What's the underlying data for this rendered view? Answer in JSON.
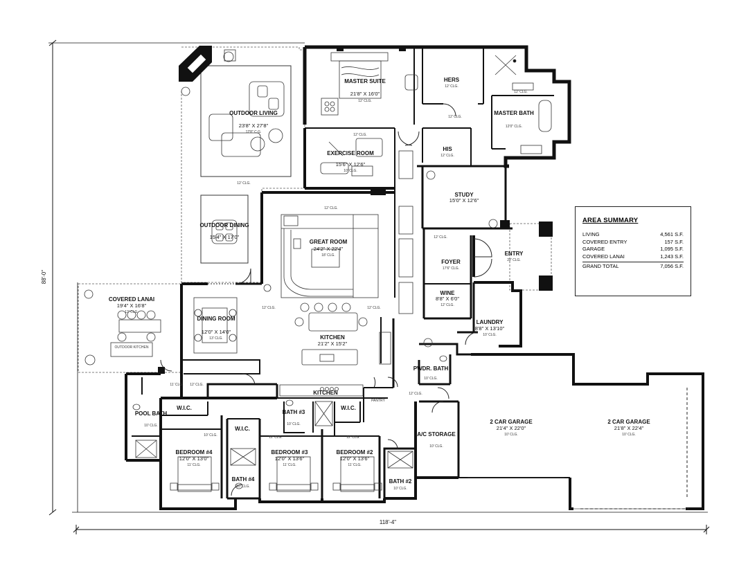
{
  "rooms": {
    "outdoor_living": {
      "name": "OUTDOOR LIVING",
      "dims": "23'8\" X 27'8\"",
      "ceiling": "12'8\" C.G."
    },
    "master_suite": {
      "name": "MASTER SUITE",
      "dims": "21'8\" X 16'0\"",
      "ceiling": "12' CLG."
    },
    "hers": {
      "name": "HERS",
      "ceiling": "12' CLG."
    },
    "master_bath": {
      "name": "MASTER BATH",
      "ceiling": "12'0\" CLG."
    },
    "his": {
      "name": "HIS",
      "ceiling": "12' CLG."
    },
    "exercise_room": {
      "name": "EXERCISE ROOM",
      "dims": "15'6\" X 12'6\"",
      "ceiling": "10' CLG."
    },
    "study": {
      "name": "STUDY",
      "dims": "15'0\" X 12'6\""
    },
    "outdoor_dining": {
      "name": "OUTDOOR DINING",
      "dims": "15'4\" X 17'0\""
    },
    "great_room": {
      "name": "GREAT ROOM",
      "dims": "24'2\" X 22'4\"",
      "ceiling": "18' CLG."
    },
    "foyer": {
      "name": "FOYER",
      "ceiling": "17'6\" CLG."
    },
    "entry": {
      "name": "ENTRY",
      "ceiling": "22' CLG."
    },
    "wine": {
      "name": "WINE",
      "dims": "8'8\" X 6'0\"",
      "ceiling": "12' CLG."
    },
    "covered_lanai": {
      "name": "COVERED LANAI",
      "dims": "19'4\" X 16'8\"",
      "ceiling": "12' CLG."
    },
    "outdoor_kitchen": {
      "name": "OUTDOOR KITCHEN"
    },
    "dining_room": {
      "name": "DINING ROOM",
      "dims": "12'0\" X 14'0\"",
      "ceiling": "13' CLG."
    },
    "kitchen": {
      "name": "KITCHEN",
      "dims": "21'2\" X 15'2\""
    },
    "laundry": {
      "name": "LAUNDRY",
      "dims": "8'8\" X 13'10\"",
      "ceiling": "10' CLG."
    },
    "pwdr_bath": {
      "name": "PWDR. BATH",
      "ceiling": "10' CLG."
    },
    "pool_bath": {
      "name": "POOL BATH",
      "ceiling": "10' CLG."
    },
    "wic_1": {
      "name": "W.I.C."
    },
    "wic_2": {
      "name": "W.I.C."
    },
    "wic_3": {
      "name": "W.I.C."
    },
    "bath_3": {
      "name": "BATH #3",
      "ceiling": "10' CLG."
    },
    "pantry": {
      "name": "PANTRY"
    },
    "bedroom_4": {
      "name": "BEDROOM #4",
      "dims": "12'0\" X 13'0\"",
      "ceiling": "11' CLG."
    },
    "bath_4": {
      "name": "BATH #4",
      "ceiling": "10' CLG."
    },
    "bedroom_3": {
      "name": "BEDROOM #3",
      "dims": "12'0\" X 13'6\"",
      "ceiling": "11' CLG."
    },
    "bedroom_2": {
      "name": "BEDROOM #2",
      "dims": "12'0\" X 13'6\"",
      "ceiling": "11' CLG."
    },
    "bath_2": {
      "name": "BATH #2",
      "ceiling": "10' CLG."
    },
    "ac_storage": {
      "name": "A/C STORAGE",
      "ceiling": "10' CLG."
    },
    "garage_1": {
      "name": "2 CAR GARAGE",
      "dims": "21'4\" X 22'0\"",
      "ceiling": "10' CLG."
    },
    "garage_2": {
      "name": "2 CAR GARAGE",
      "dims": "21'8\" X 22'4\"",
      "ceiling": "10' CLG."
    }
  },
  "ceiling_notes": {
    "c12": "12' CLG.",
    "c11": "11' CLG.",
    "c10": "10' CLG."
  },
  "dimensions": {
    "overall_width": "118'-4\"",
    "overall_depth": "88'-0\""
  },
  "area_summary": {
    "title": "AREA SUMMARY",
    "rows": [
      {
        "label": "LIVING",
        "value": "4,561 S.F."
      },
      {
        "label": "COVERED ENTRY",
        "value": "157 S.F."
      },
      {
        "label": "GARAGE",
        "value": "1,095 S.F."
      },
      {
        "label": "COVERED LANAI",
        "value": "1,243 S.F."
      }
    ],
    "total": {
      "label": "GRAND TOTAL",
      "value": "7,056 S.F."
    }
  }
}
